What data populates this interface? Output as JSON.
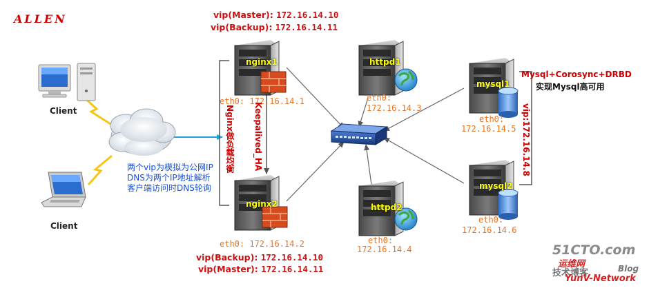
{
  "logo": "ALLEN",
  "vip_top": {
    "line1": {
      "label": "vip(Master):",
      "ip": "172.16.14.10"
    },
    "line2": {
      "label": "vip(Backup):",
      "ip": "172.16.14.11"
    }
  },
  "vip_bottom": {
    "line1": {
      "label": "vip(Backup):",
      "ip": "172.16.14.10"
    },
    "line2": {
      "label": "vip(Master):",
      "ip": "172.16.14.11"
    }
  },
  "clients": {
    "top": "Client",
    "bottom": "Client"
  },
  "dns_note": [
    "两个vip为模拟为公网IP",
    "DNS为两个IP地址解析",
    "客户端访问时DNS轮询"
  ],
  "servers": {
    "nginx1": {
      "name": "nginx1",
      "iface": "eth0:",
      "ip": "172.16.14.1"
    },
    "nginx2": {
      "name": "nginx2",
      "iface": "eth0:",
      "ip": "172.16.14.2"
    },
    "httpd1": {
      "name": "httpd1",
      "iface": "eth0:",
      "ip": "172.16.14.3"
    },
    "httpd2": {
      "name": "httpd2",
      "iface": "eth0:",
      "ip": "172.16.14.4"
    },
    "mysql1": {
      "name": "mysql1",
      "iface": "eth0:",
      "ip": "172.16.14.5"
    },
    "mysql2": {
      "name": "mysql2",
      "iface": "eth0:",
      "ip": "172.16.14.6"
    }
  },
  "nginx_lb_label": "Nginx做负载均衡",
  "keepalived_label": "Keepalived_HA",
  "mysql_ha": {
    "line1": "Mysql+Corosync+DRBD",
    "line2": "实现Mysql高可用"
  },
  "mysql_vip": "vip:172.16.14.8",
  "watermark": {
    "site": "51CTO.com",
    "sub1": "技术博客",
    "sub2": "Blog",
    "brand": "运维网",
    "sub3": "YunV-Network"
  },
  "colors": {
    "red": "#cc0000",
    "orange": "#e8731f",
    "blue": "#1a4fd6",
    "switch": "#1f4a9e"
  }
}
